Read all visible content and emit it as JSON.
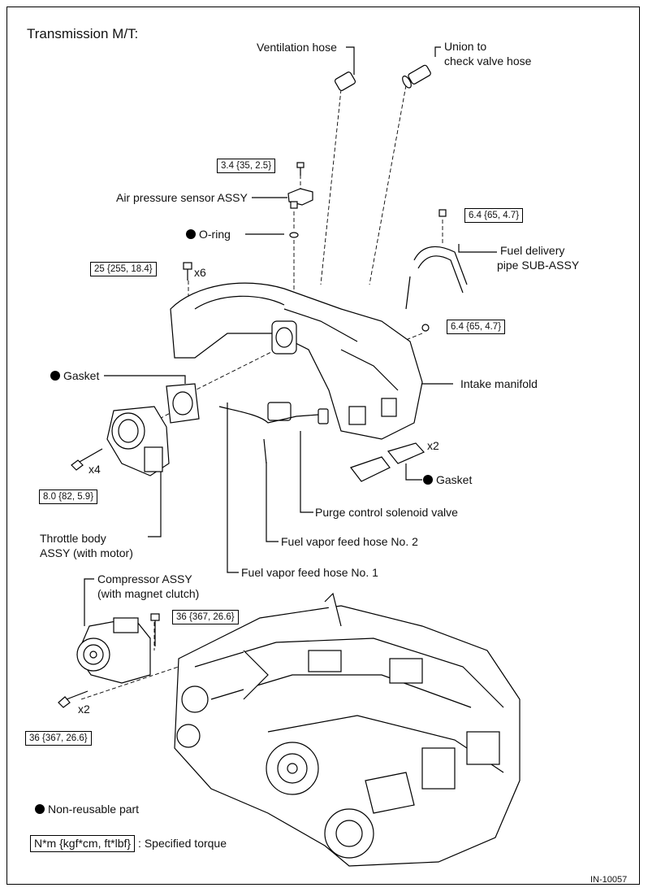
{
  "title": "Transmission M/T:",
  "parts": {
    "ventilation_hose": "Ventilation hose",
    "union_line1": "Union to",
    "union_line2": "check valve hose",
    "air_pressure_sensor": "Air pressure sensor ASSY",
    "o_ring": "O-ring",
    "fuel_delivery_line1": "Fuel delivery",
    "fuel_delivery_line2": "pipe SUB-ASSY",
    "gasket_throttle": "Gasket",
    "intake_manifold": "Intake manifold",
    "gasket_manifold": "Gasket",
    "purge_valve": "Purge control solenoid valve",
    "vapor_hose_2": "Fuel vapor feed hose No. 2",
    "vapor_hose_1": "Fuel vapor feed hose No. 1",
    "throttle_line1": "Throttle body",
    "throttle_line2": "ASSY (with motor)",
    "compressor_line1": "Compressor ASSY",
    "compressor_line2": "(with magnet clutch)"
  },
  "torques": {
    "sensor_bolt": "3.4 {35, 2.5}",
    "manifold_bolts": "25 {255, 18.4}",
    "fuel_pipe_bolt": "6.4 {65, 4.7}",
    "fuel_pipe_nut": "6.4 {65, 4.7}",
    "throttle_bolts": "8.0 {82, 5.9}",
    "compressor_bolt_upper": "36 {367, 26.6}",
    "compressor_bolt_lower": "36 {367, 26.6}"
  },
  "quantities": {
    "manifold_bolts": "x6",
    "manifold_gasket": "x2",
    "throttle_bolts": "x4",
    "compressor_bolts": "x2"
  },
  "legend": {
    "non_reusable": "Non-reusable part",
    "torque_format": "N*m {kgf*cm, ft*lbf}",
    "torque_desc": ": Specified torque"
  },
  "figure_code": "IN-10057"
}
